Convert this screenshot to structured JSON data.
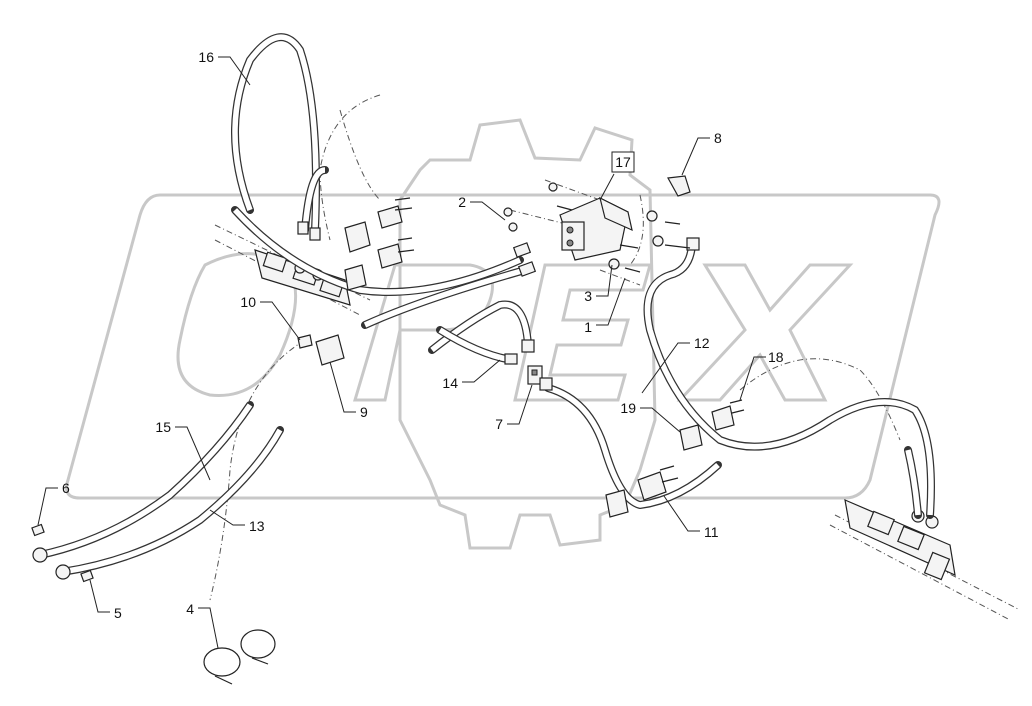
{
  "diagram": {
    "watermark": "OPEX",
    "corner_mark": "",
    "callouts": [
      {
        "id": "c1",
        "text": "1"
      },
      {
        "id": "c2",
        "text": "2"
      },
      {
        "id": "c3",
        "text": "3"
      },
      {
        "id": "c4",
        "text": "4"
      },
      {
        "id": "c5",
        "text": "5"
      },
      {
        "id": "c6",
        "text": "6"
      },
      {
        "id": "c7",
        "text": "7"
      },
      {
        "id": "c8",
        "text": "8"
      },
      {
        "id": "c9",
        "text": "9"
      },
      {
        "id": "c10",
        "text": "10"
      },
      {
        "id": "c11",
        "text": "11"
      },
      {
        "id": "c12",
        "text": "12"
      },
      {
        "id": "c13",
        "text": "13"
      },
      {
        "id": "c14",
        "text": "14"
      },
      {
        "id": "c15",
        "text": "15"
      },
      {
        "id": "c16",
        "text": "16"
      },
      {
        "id": "c17",
        "text": "17"
      },
      {
        "id": "c18",
        "text": "18"
      },
      {
        "id": "c19",
        "text": "19"
      }
    ],
    "colors": {
      "line": "#333333",
      "watermark": "#c8c8c8",
      "background": "#ffffff"
    }
  }
}
